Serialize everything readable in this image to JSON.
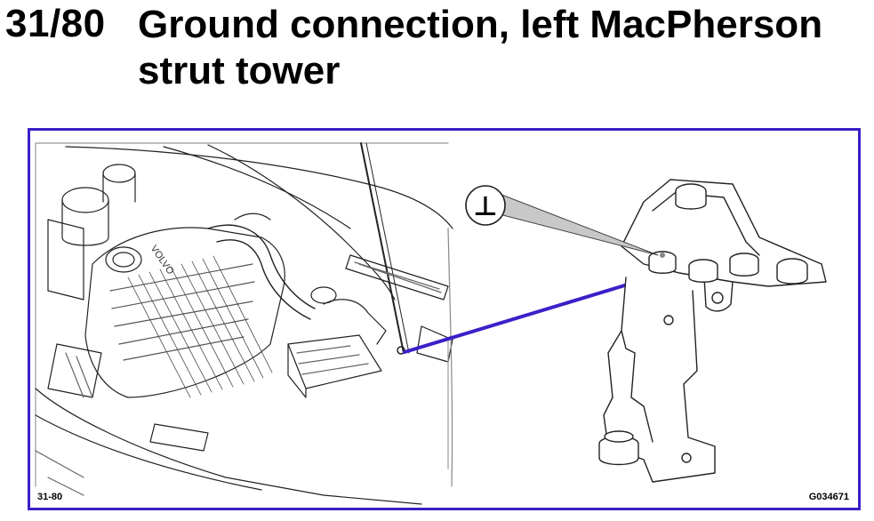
{
  "header": {
    "section_number": "31/80",
    "title": "Ground connection, left MacPherson strut tower"
  },
  "figure": {
    "callout_symbol": "⊥",
    "brand_text": "VOLVO",
    "left_code": "31-80",
    "right_code": "G034671",
    "frame_color": "#3a20c8",
    "leader_color": "#3a20c8"
  }
}
